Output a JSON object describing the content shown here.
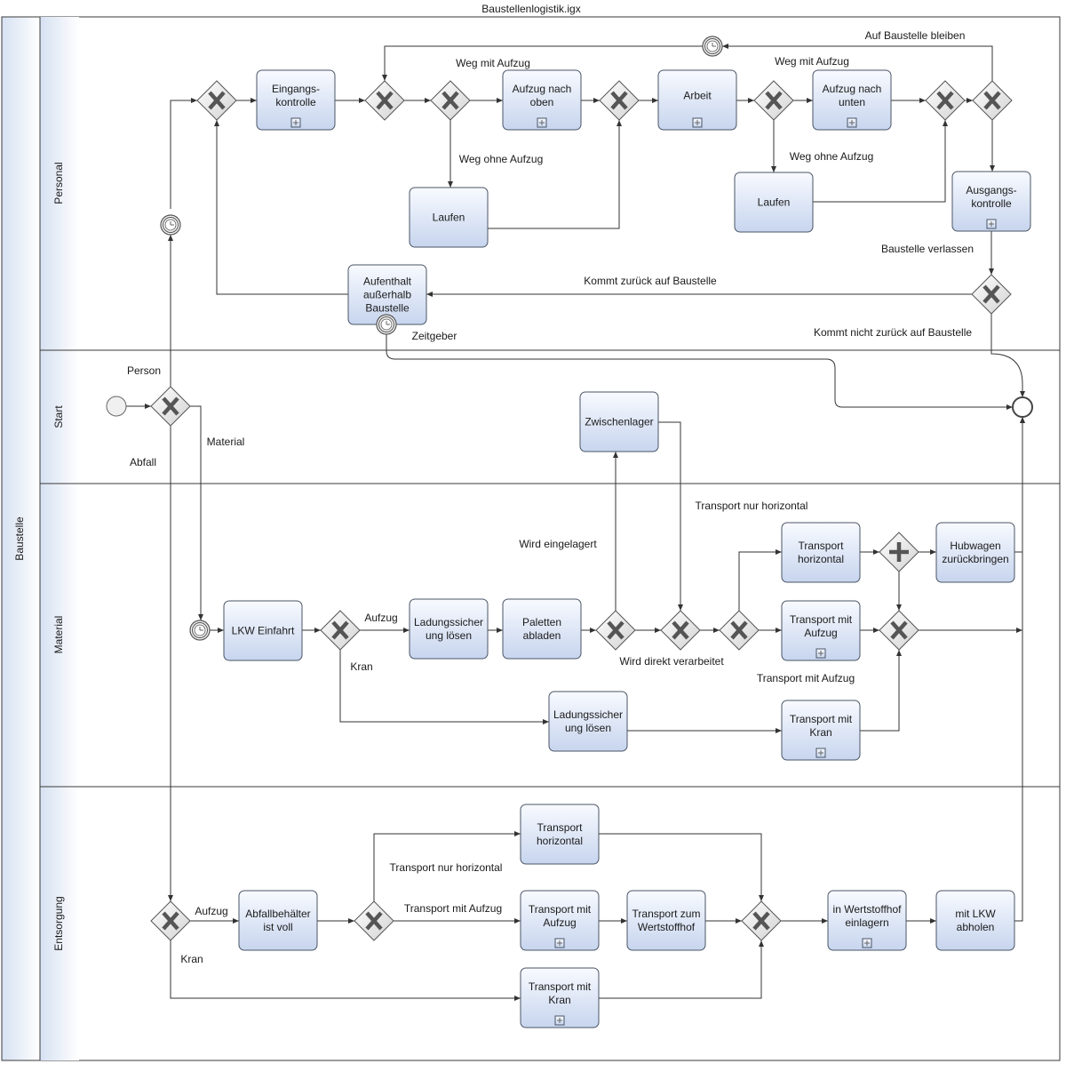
{
  "title": "Baustellenlogistik.igx",
  "pool": "Baustelle",
  "lanes": [
    {
      "id": "personal",
      "label": "Personal"
    },
    {
      "id": "start",
      "label": "Start"
    },
    {
      "id": "material",
      "label": "Material"
    },
    {
      "id": "entsorgung",
      "label": "Entsorgung"
    }
  ],
  "tasks": [
    {
      "id": "eingangskontrolle",
      "lines": [
        "Eingangs-",
        "kontrolle"
      ],
      "sub": true
    },
    {
      "id": "aufzug-nach-oben",
      "lines": [
        "Aufzug nach",
        "oben"
      ],
      "sub": true
    },
    {
      "id": "arbeit",
      "lines": [
        "Arbeit"
      ],
      "sub": true
    },
    {
      "id": "aufzug-nach-unten",
      "lines": [
        "Aufzug nach",
        "unten"
      ],
      "sub": true
    },
    {
      "id": "laufen-1",
      "lines": [
        "Laufen"
      ],
      "sub": false
    },
    {
      "id": "laufen-2",
      "lines": [
        "Laufen"
      ],
      "sub": false
    },
    {
      "id": "ausgangskontrolle",
      "lines": [
        "Ausgangs-",
        "kontrolle"
      ],
      "sub": true
    },
    {
      "id": "aufenthalt",
      "lines": [
        "Aufenthalt",
        "außerhalb",
        "Baustelle"
      ],
      "sub": false
    },
    {
      "id": "zwischenlager",
      "lines": [
        "Zwischenlager"
      ],
      "sub": false
    },
    {
      "id": "lkw-einfahrt",
      "lines": [
        "LKW Einfahrt"
      ],
      "sub": false
    },
    {
      "id": "ladungssicherung-1",
      "lines": [
        "Ladungssicher",
        "ung lösen"
      ],
      "sub": false
    },
    {
      "id": "paletten-abladen",
      "lines": [
        "Paletten",
        "abladen"
      ],
      "sub": false
    },
    {
      "id": "transport-horizontal-1",
      "lines": [
        "Transport",
        "horizontal"
      ],
      "sub": false
    },
    {
      "id": "hubwagen",
      "lines": [
        "Hubwagen",
        "zurückbringen"
      ],
      "sub": false
    },
    {
      "id": "transport-aufzug-1",
      "lines": [
        "Transport mit",
        "Aufzug"
      ],
      "sub": true
    },
    {
      "id": "ladungssicherung-2",
      "lines": [
        "Ladungssicher",
        "ung lösen"
      ],
      "sub": false
    },
    {
      "id": "transport-kran-1",
      "lines": [
        "Transport mit",
        "Kran"
      ],
      "sub": true
    },
    {
      "id": "transport-horizontal-2",
      "lines": [
        "Transport",
        "horizontal"
      ],
      "sub": false
    },
    {
      "id": "abfallbehaelter",
      "lines": [
        "Abfallbehälter",
        "ist voll"
      ],
      "sub": false
    },
    {
      "id": "transport-aufzug-2",
      "lines": [
        "Transport mit",
        "Aufzug"
      ],
      "sub": true
    },
    {
      "id": "transport-wertstoffhof",
      "lines": [
        "Transport zum",
        "Wertstoffhof"
      ],
      "sub": false
    },
    {
      "id": "wertstoffhof-einlagern",
      "lines": [
        "in Wertstoffhof",
        "einlagern"
      ],
      "sub": true
    },
    {
      "id": "lkw-abholen",
      "lines": [
        "mit LKW",
        "abholen"
      ],
      "sub": false
    },
    {
      "id": "transport-kran-2",
      "lines": [
        "Transport mit",
        "Kran"
      ],
      "sub": true
    }
  ],
  "labels": [
    {
      "id": "auf-baustelle-bleiben",
      "text": "Auf Baustelle bleiben"
    },
    {
      "id": "weg-mit-aufzug-1",
      "text": "Weg mit Aufzug"
    },
    {
      "id": "weg-mit-aufzug-2",
      "text": "Weg mit Aufzug"
    },
    {
      "id": "weg-ohne-aufzug-1",
      "text": "Weg ohne Aufzug"
    },
    {
      "id": "weg-ohne-aufzug-2",
      "text": "Weg ohne Aufzug"
    },
    {
      "id": "baustelle-verlassen",
      "text": "Baustelle verlassen"
    },
    {
      "id": "kommt-zurueck",
      "text": "Kommt zurück auf Baustelle"
    },
    {
      "id": "kommt-nicht-zurueck",
      "text": "Kommt nicht zurück auf Baustelle"
    },
    {
      "id": "zeitgeber",
      "text": "Zeitgeber"
    },
    {
      "id": "person",
      "text": "Person"
    },
    {
      "id": "material",
      "text": "Material"
    },
    {
      "id": "abfall",
      "text": "Abfall"
    },
    {
      "id": "transport-nur-horizontal-1",
      "text": "Transport nur horizontal"
    },
    {
      "id": "wird-eingelagert",
      "text": "Wird eingelagert"
    },
    {
      "id": "aufzug-1",
      "text": "Aufzug"
    },
    {
      "id": "kran-1",
      "text": "Kran"
    },
    {
      "id": "wird-direkt-verarbeitet",
      "text": "Wird direkt verarbeitet"
    },
    {
      "id": "transport-mit-aufzug-label",
      "text": "Transport mit Aufzug"
    },
    {
      "id": "transport-nur-horizontal-2",
      "text": "Transport nur horizontal"
    },
    {
      "id": "transport-mit-aufzug-label-2",
      "text": "Transport mit Aufzug"
    },
    {
      "id": "aufzug-2",
      "text": "Aufzug"
    },
    {
      "id": "kran-2",
      "text": "Kran"
    }
  ],
  "colors": {
    "task_top": "#f7f9fd",
    "task_bottom": "#c9d6ec",
    "lane_header": "#dbe5f4",
    "gateway_fill": "#eeeeee"
  }
}
